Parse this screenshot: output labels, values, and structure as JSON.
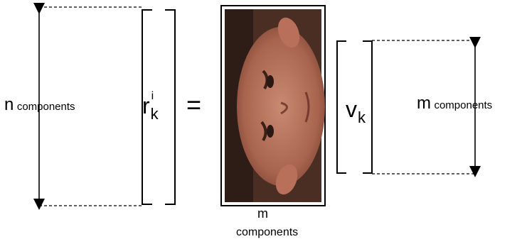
{
  "left_dimension": {
    "symbol": "n",
    "unit": "components"
  },
  "result_vector": {
    "base": "r",
    "subscript": "k",
    "superscript": "i"
  },
  "equals": "=",
  "matrix_image": {
    "description_icon": "face-image-rotated"
  },
  "right_vector": {
    "base": "v",
    "subscript": "k"
  },
  "right_dimension": {
    "symbol": "m",
    "unit": "components"
  },
  "bottom_dimension": {
    "symbol": "m",
    "unit": "components"
  },
  "colors": {
    "ink": "#000000",
    "background": "#ffffff"
  }
}
